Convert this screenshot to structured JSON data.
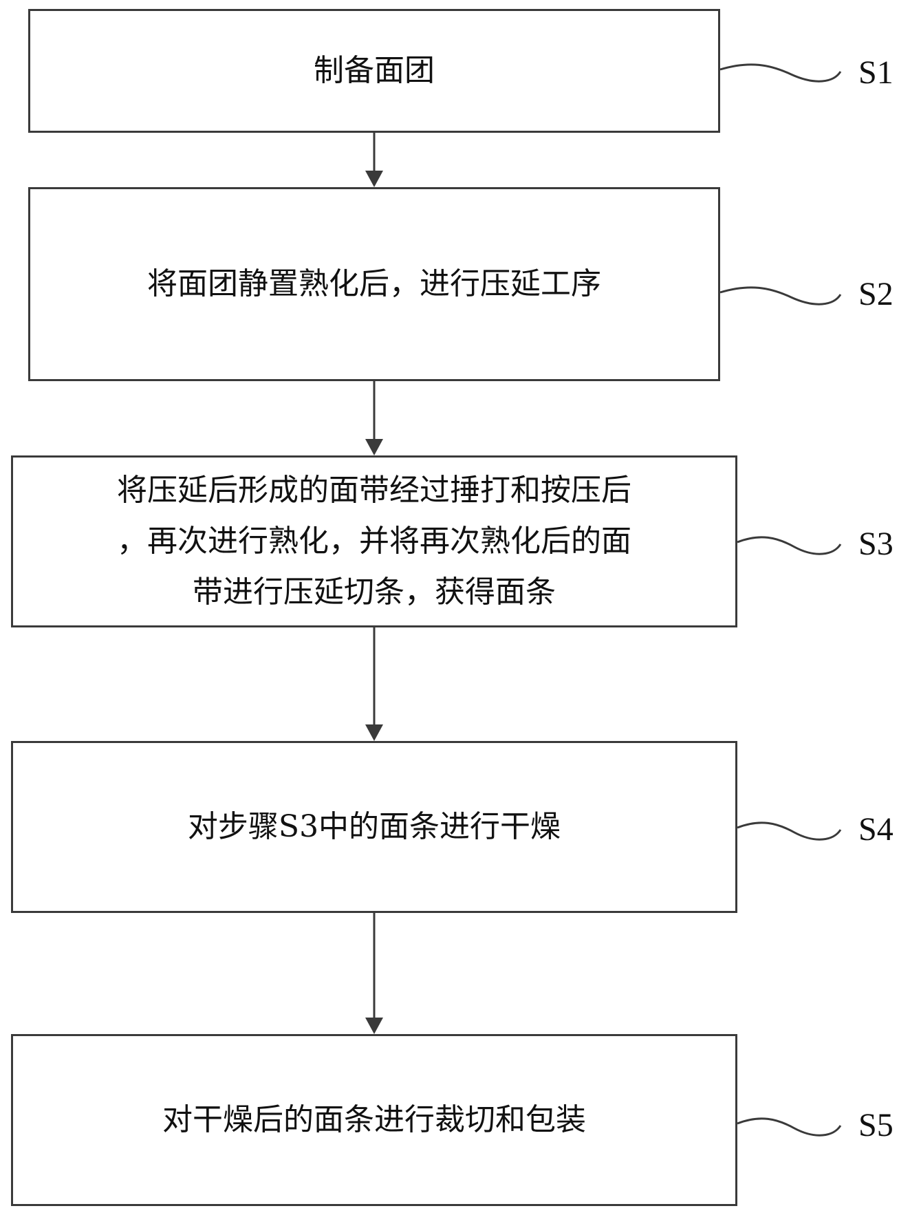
{
  "diagram": {
    "type": "flowchart",
    "steps": [
      {
        "id": "S1",
        "label": "S1",
        "text": "制备面团"
      },
      {
        "id": "S2",
        "label": "S2",
        "text": "将面团静置熟化后，进行压延工序"
      },
      {
        "id": "S3",
        "label": "S3",
        "lines": [
          "将压延后形成的面带经过捶打和按压后",
          "，再次进行熟化，并将再次熟化后的面",
          "带进行压延切条，获得面条"
        ]
      },
      {
        "id": "S4",
        "label": "S4",
        "text": "对步骤S3中的面条进行干燥"
      },
      {
        "id": "S5",
        "label": "S5",
        "text": "对干燥后的面条进行裁切和包装"
      }
    ],
    "edges": [
      {
        "from": "S1",
        "to": "S2"
      },
      {
        "from": "S2",
        "to": "S3"
      },
      {
        "from": "S3",
        "to": "S4"
      },
      {
        "from": "S4",
        "to": "S5"
      }
    ],
    "colors": {
      "stroke": "#3a3a3a",
      "text": "#111111",
      "background": "#ffffff"
    }
  }
}
